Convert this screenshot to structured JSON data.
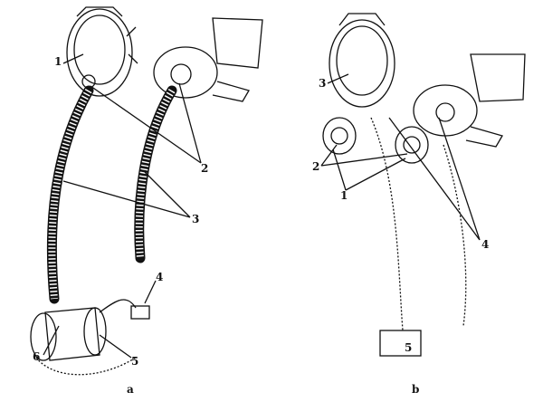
{
  "figure_a": {
    "caption": "a",
    "labels": [
      "1",
      "2",
      "3",
      "4",
      "5",
      "6"
    ]
  },
  "figure_b": {
    "caption": "b",
    "labels": [
      "1",
      "2",
      "3",
      "4",
      "5"
    ]
  }
}
